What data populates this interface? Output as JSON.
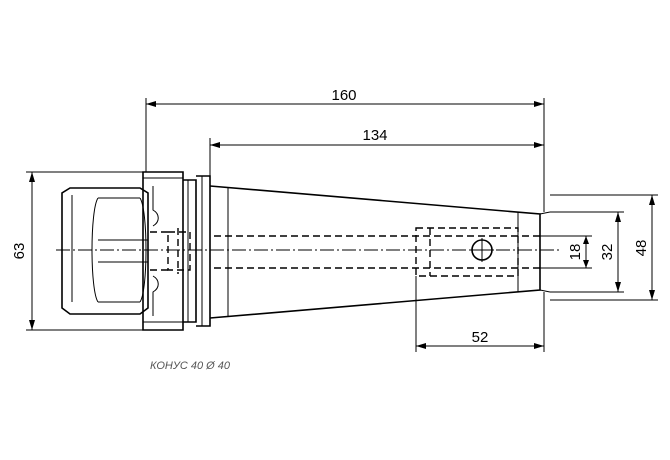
{
  "drawing": {
    "dimensions": {
      "overall_length": "160",
      "taper_length": "134",
      "bore_depth": "52",
      "flange_diameter": "63",
      "inner_bore": "18",
      "mid_diameter": "32",
      "nose_diameter": "48"
    },
    "caption": "КОНУС 40 Ø 40"
  }
}
